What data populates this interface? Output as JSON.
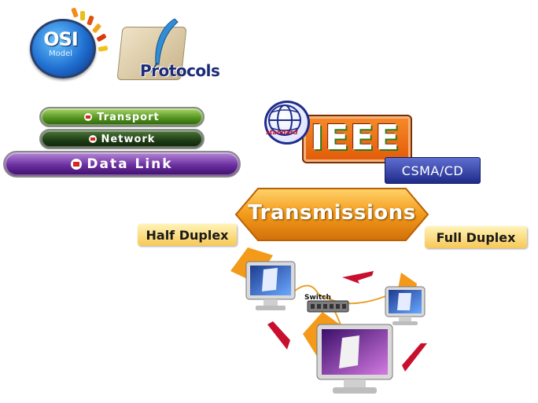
{
  "osi": {
    "title": "OSI",
    "subtitle": "Model"
  },
  "protocols": {
    "title": "Protocols"
  },
  "layers": {
    "transport": "Transport",
    "network": "Network",
    "datalink": "Data Link"
  },
  "ieee": {
    "badge": "standard",
    "title": "IEEE",
    "method": "CSMA/CD"
  },
  "transmissions": {
    "title": "Transmissions",
    "half": "Half Duplex",
    "full": "Full Duplex"
  },
  "network": {
    "switch_label": "Switch"
  },
  "colors": {
    "accent_orange": "#f39a1a",
    "datalink_purple": "#6a2ea0",
    "transport_green": "#4f8f1c",
    "arrow_red": "#c8102e"
  }
}
